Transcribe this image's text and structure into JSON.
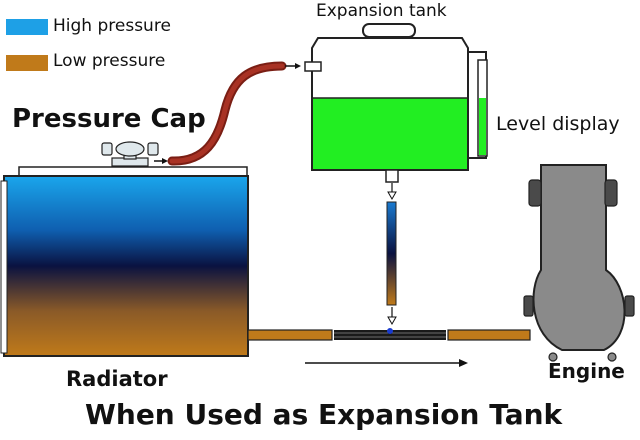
{
  "legend": {
    "items": [
      {
        "label": "High pressure",
        "color": "#1ea0e6"
      },
      {
        "label": "Low pressure",
        "color": "#c07a1a"
      }
    ]
  },
  "labels": {
    "expansion_tank": "Expansion tank",
    "pressure_cap": "Pressure Cap",
    "level_display": "Level display",
    "radiator": "Radiator",
    "engine": "Engine"
  },
  "caption": "When Used as Expansion Tank",
  "colors": {
    "coolant": "#22ee22",
    "hose": "#9b2a1e",
    "engine": "#8a8a8a",
    "pipe": "#c07a1a",
    "dark_blue": "#0a1240"
  }
}
